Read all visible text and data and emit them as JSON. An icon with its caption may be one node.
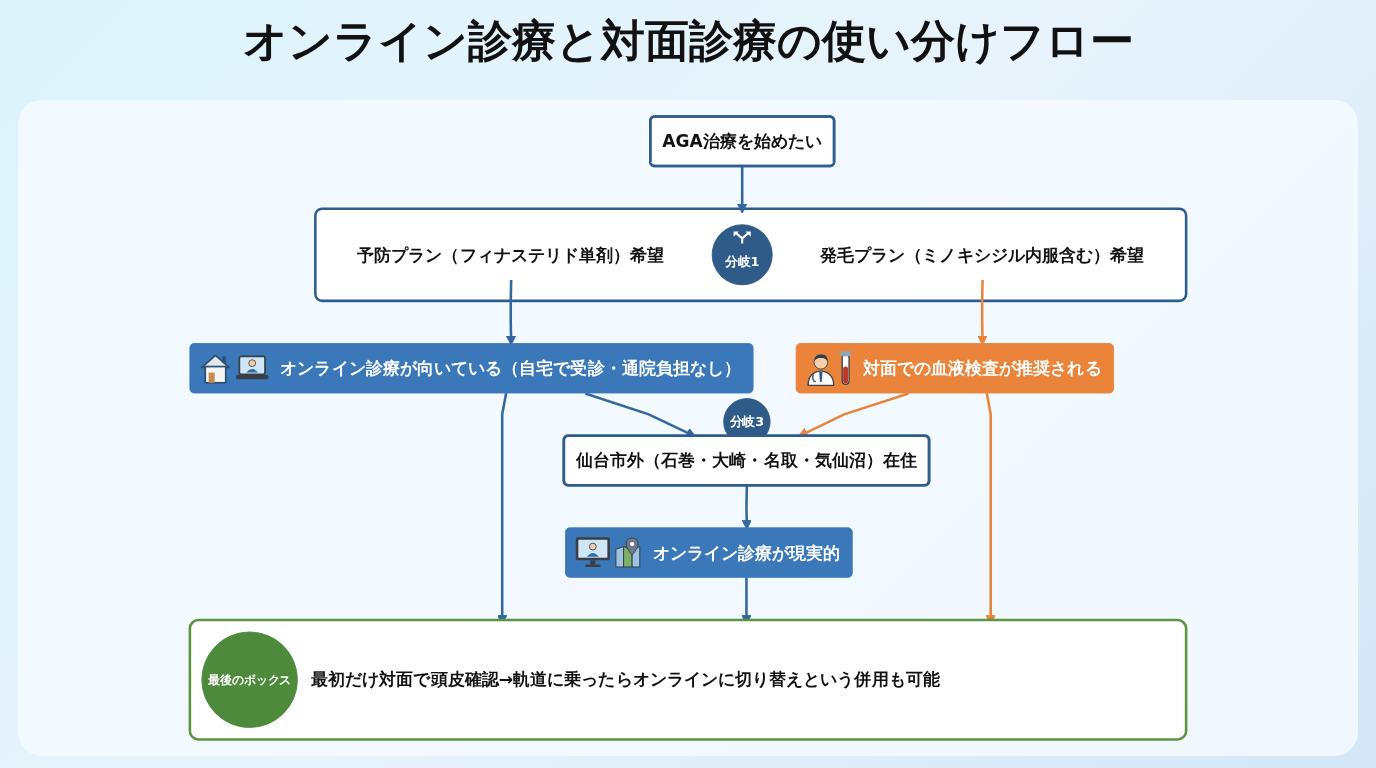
{
  "diagram": {
    "title": "オンライン診療と対面診療の使い分けフロー",
    "nodes": [
      {
        "text": [
          "AGA治療を始めたい"
        ]
      },
      {
        "text": [],
        "shape": "box"
      },
      {
        "text": [
          "予防プラン（フィナステリド単剤）希望"
        ],
        "in": 1
      },
      {
        "text": [
          "分岐1"
        ],
        "in": 1
      },
      {
        "text": [
          "発毛プラン（ミノキシジル内服含む）希望"
        ],
        "in": 1
      },
      {
        "text": [
          "オンライン診療が向いている（自宅で受診・通院負担なし）"
        ]
      },
      {
        "text": [
          "対面での血液検査が推奨される"
        ]
      },
      {
        "text": [
          "分岐3"
        ]
      },
      {
        "text": [
          "仙台市外（石巻・大崎・名取・気仙沼）在住"
        ]
      },
      {
        "text": [
          "オンライン診療が現実的"
        ]
      },
      {
        "text": [
          "最初だけ対面で頭皮確認→軌道に乗ったらオンラインに切り替えという併用も可能"
        ]
      },
      {
        "text": [
          "最後のボックス"
        ],
        "in": 10
      }
    ],
    "edges": [
      {
        "from": 0,
        "to": 1,
        "arrow": "to"
      },
      {
        "from": 2,
        "to": 5,
        "arrow": "to"
      },
      {
        "from": 4,
        "to": 6,
        "arrow": "to",
        "color": "#e9843a"
      },
      {
        "from": 5,
        "to": 8,
        "arrow": "to"
      },
      {
        "from": 6,
        "to": 8,
        "arrow": "to",
        "color": "#e9843a"
      },
      {
        "from": 8,
        "to": 9,
        "arrow": "to"
      },
      {
        "from": 5,
        "to": 10,
        "arrow": "to"
      },
      {
        "from": 9,
        "to": 10,
        "arrow": "to"
      },
      {
        "from": 6,
        "to": 10,
        "arrow": "to",
        "color": "#e9843a"
      }
    ]
  }
}
